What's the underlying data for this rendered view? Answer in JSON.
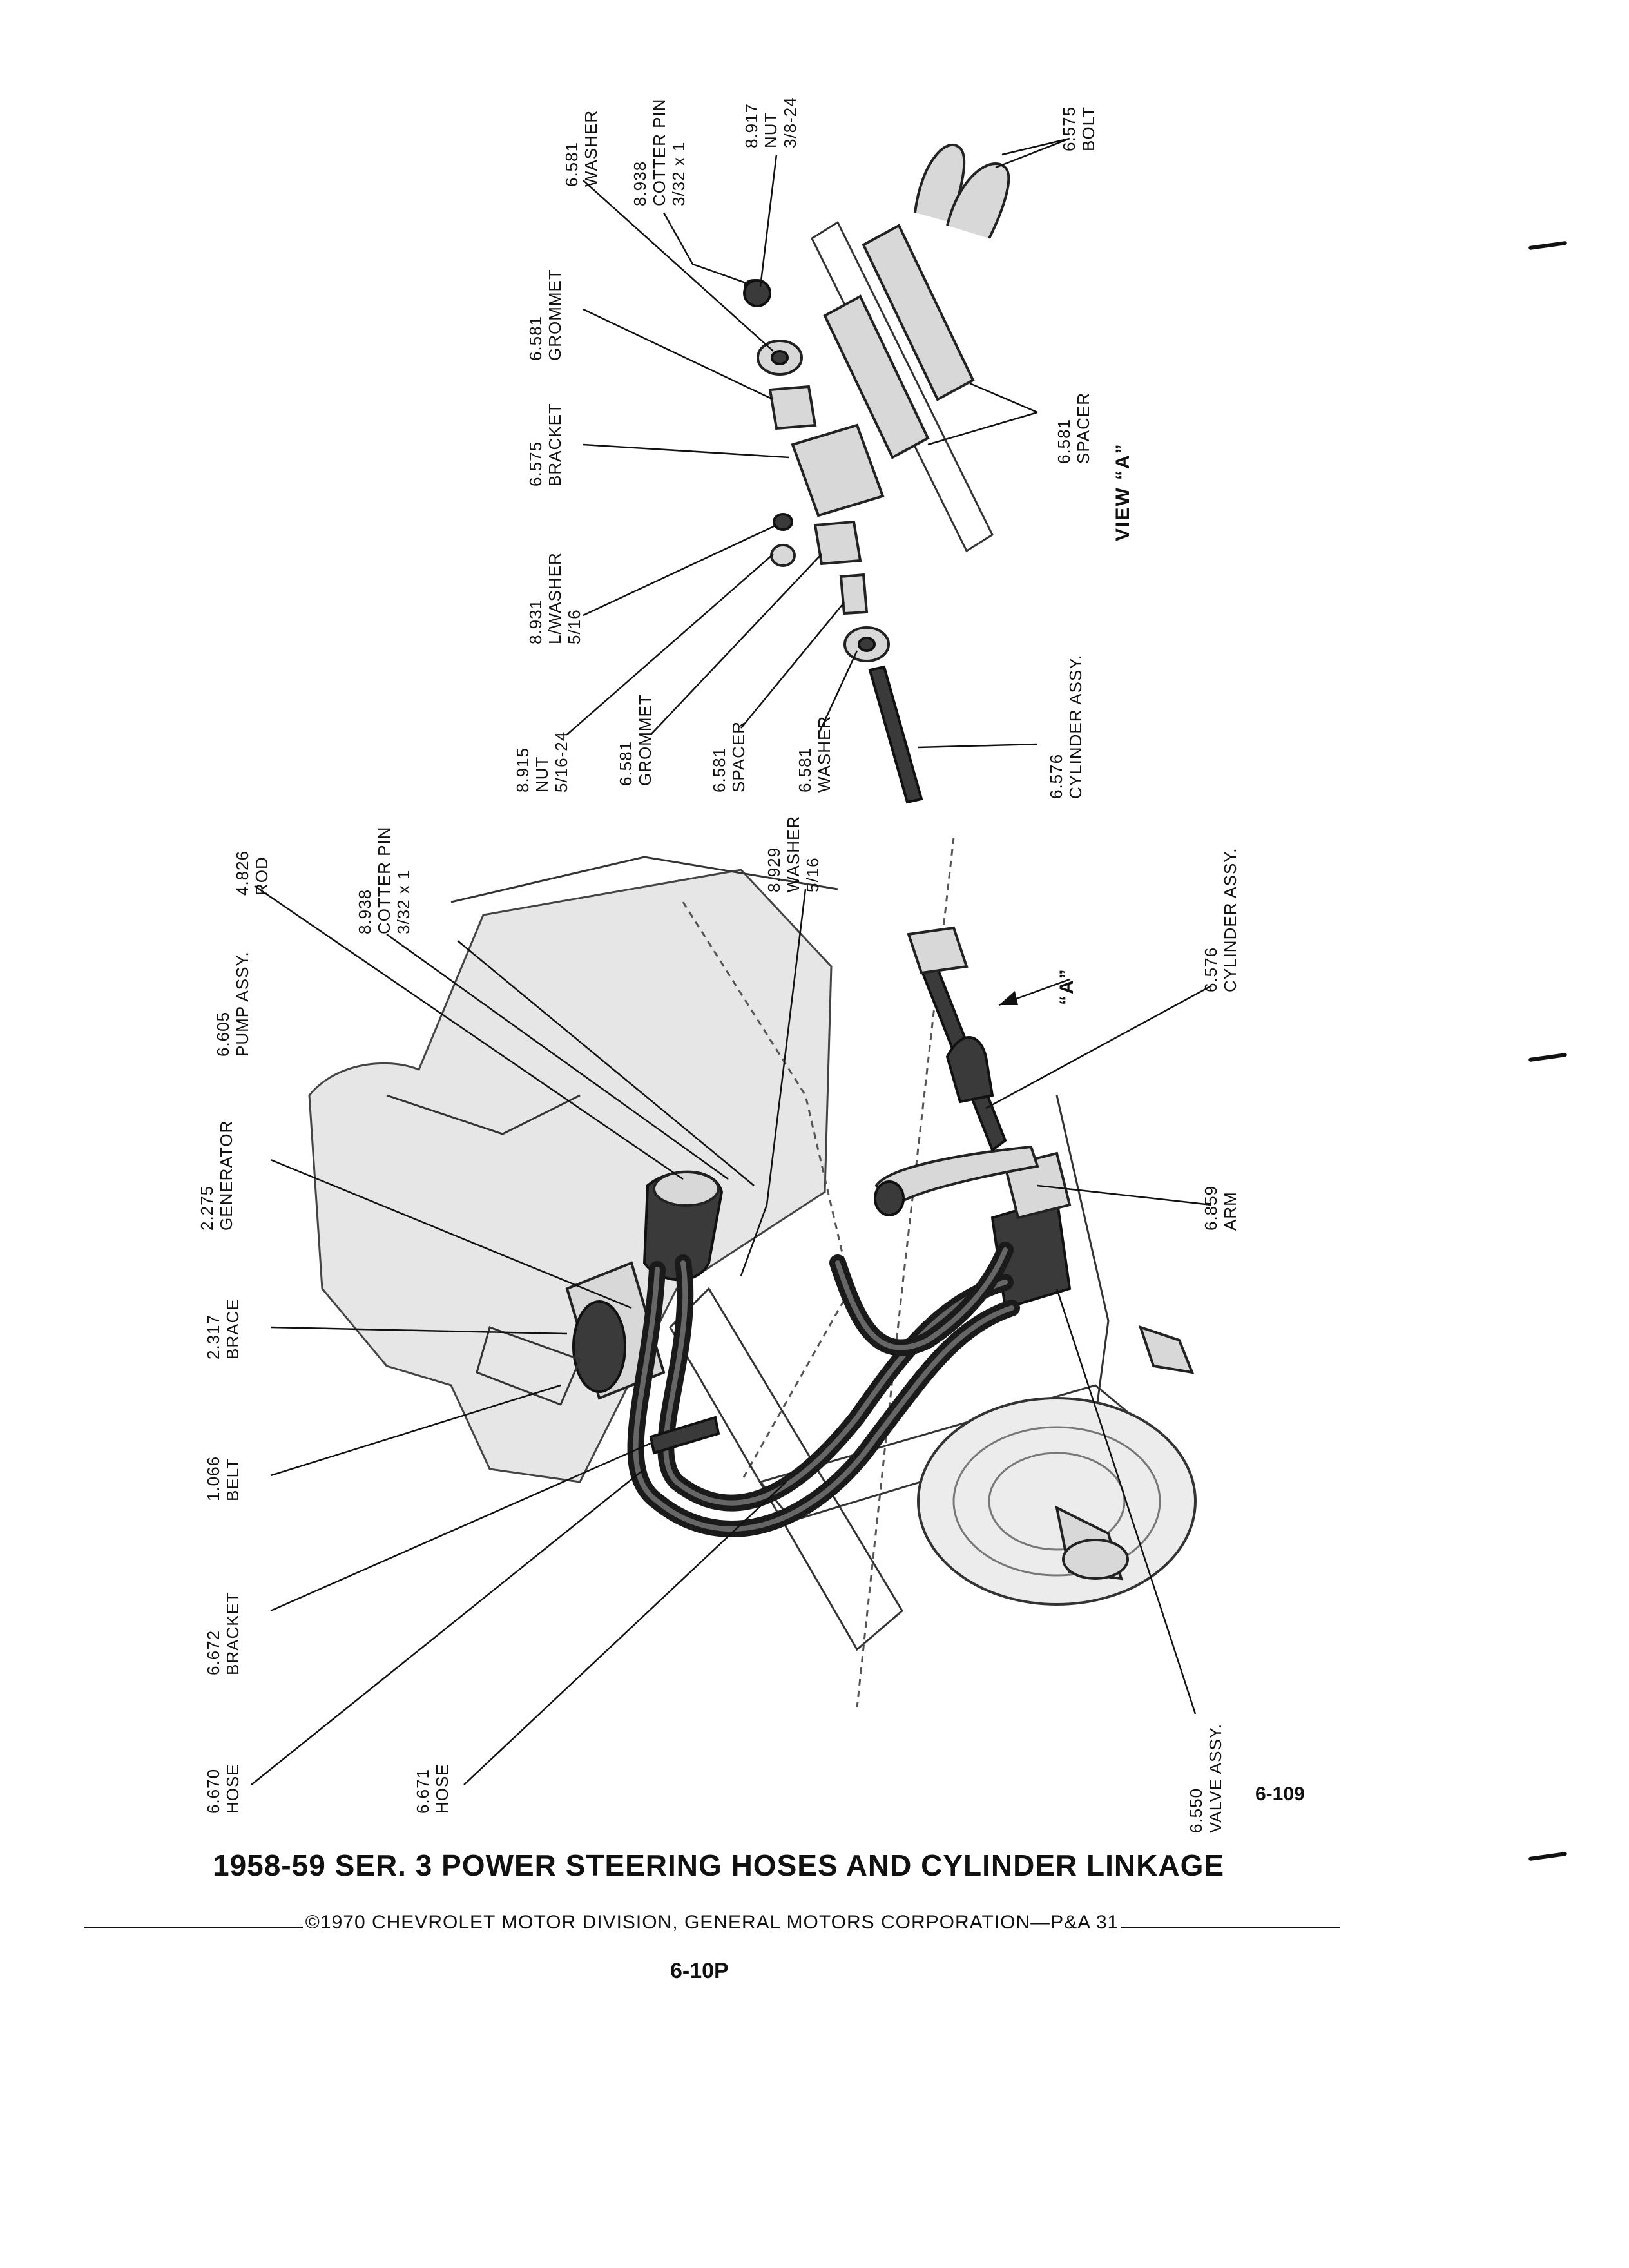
{
  "view_a": {
    "title": "VIEW “A”",
    "labels": [
      {
        "num": "6.581",
        "name": "WASHER",
        "extra": ""
      },
      {
        "num": "8.938",
        "name": "COTTER PIN",
        "extra": "3/32 x 1"
      },
      {
        "num": "8.917",
        "name": "NUT",
        "extra": "3/8-24"
      },
      {
        "num": "6.575",
        "name": "BOLT",
        "extra": ""
      },
      {
        "num": "6.581",
        "name": "GROMMET",
        "extra": ""
      },
      {
        "num": "6.575",
        "name": "BRACKET",
        "extra": ""
      },
      {
        "num": "6.581",
        "name": "SPACER",
        "extra": ""
      },
      {
        "num": "8.931",
        "name": "L/WASHER",
        "extra": "5/16"
      },
      {
        "num": "8.915",
        "name": "NUT",
        "extra": "5/16-24"
      },
      {
        "num": "6.581",
        "name": "GROMMET",
        "extra": ""
      },
      {
        "num": "6.581",
        "name": "SPACER",
        "extra": ""
      },
      {
        "num": "6.581",
        "name": "WASHER",
        "extra": ""
      },
      {
        "num": "6.576",
        "name": "CYLINDER ASSY.",
        "extra": ""
      }
    ]
  },
  "main_view": {
    "callout": "“A”",
    "labels": [
      {
        "num": "4.826",
        "name": "ROD",
        "extra": ""
      },
      {
        "num": "8.938",
        "name": "COTTER PIN",
        "extra": "3/32 x 1"
      },
      {
        "num": "6.605",
        "name": "PUMP ASSY.",
        "extra": ""
      },
      {
        "num": "8.929",
        "name": "WASHER",
        "extra": "5/16"
      },
      {
        "num": "2.275",
        "name": "GENERATOR",
        "extra": ""
      },
      {
        "num": "6.576",
        "name": "CYLINDER ASSY.",
        "extra": ""
      },
      {
        "num": "2.317",
        "name": "BRACE",
        "extra": ""
      },
      {
        "num": "6.859",
        "name": "ARM",
        "extra": ""
      },
      {
        "num": "1.066",
        "name": "BELT",
        "extra": ""
      },
      {
        "num": "6.672",
        "name": "BRACKET",
        "extra": ""
      },
      {
        "num": "6.670",
        "name": "HOSE",
        "extra": ""
      },
      {
        "num": "6.671",
        "name": "HOSE",
        "extra": ""
      },
      {
        "num": "6.550",
        "name": "VALVE ASSY.",
        "extra": ""
      }
    ]
  },
  "figure_number": "6-109",
  "caption": "1958-59 SER. 3 POWER STEERING HOSES AND CYLINDER LINKAGE",
  "copyright": "©1970 CHEVROLET MOTOR DIVISION, GENERAL MOTORS CORPORATION—P&A 31",
  "page_number": "6-10P"
}
